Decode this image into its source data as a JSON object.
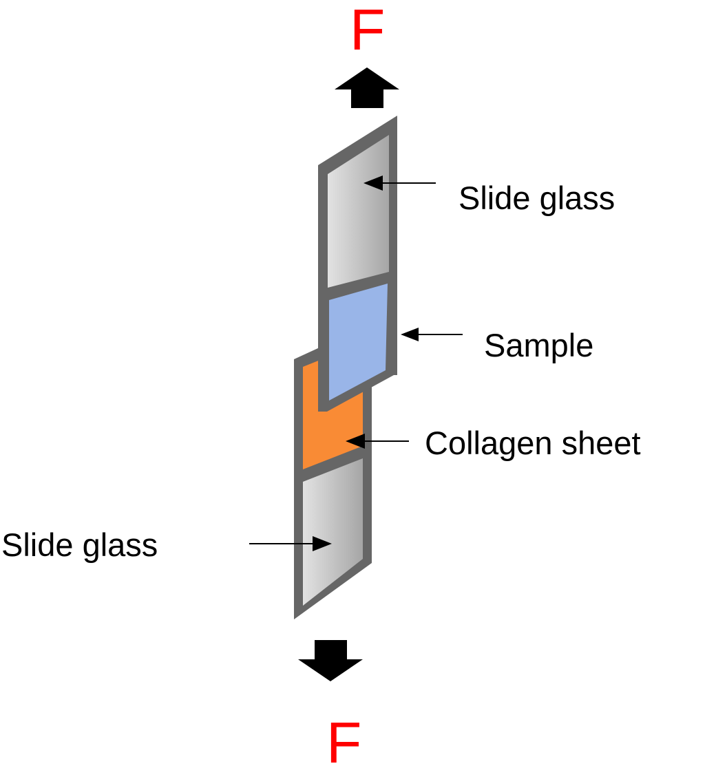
{
  "force_top": "F",
  "force_bottom": "F",
  "labels": {
    "slide_glass_top": "Slide glass",
    "sample": "Sample",
    "collagen_sheet": "Collagen sheet",
    "slide_glass_bottom": "Slide glass"
  },
  "colors": {
    "force": "#ff0000",
    "frame": "#666666",
    "sample": "#99b5e8",
    "collagen": "#f98b35",
    "glass_light": "#e0e0e0",
    "glass_dark": "#a8a8a8"
  }
}
